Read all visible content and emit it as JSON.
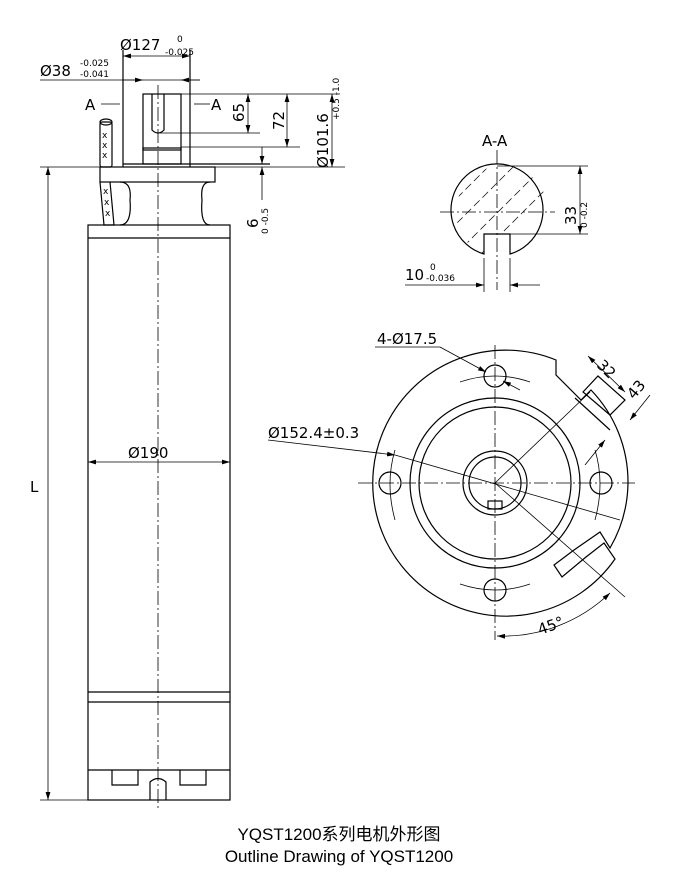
{
  "title": {
    "cn": "YQST1200系列电机外形图",
    "en": "Outline Drawing of YQST1200"
  },
  "side_view": {
    "dia_127": "Ø127",
    "dia_127_tol_up": "0",
    "dia_127_tol_low": "-0.025",
    "dia_38": "Ø38",
    "dia_38_tol_up": "-0.025",
    "dia_38_tol_low": "-0.041",
    "section_left": "A",
    "section_right": "A",
    "dim_65": "65",
    "dim_72": "72",
    "dia_101": "Ø101.6",
    "dia_101_tol": "+0.5 -1.0",
    "dim_6": "6",
    "dim_6_tol": "0 -0.5",
    "dia_190": "Ø190",
    "length": "L",
    "cable_marks": "xxx"
  },
  "section_view": {
    "label": "A-A",
    "dim_33": "33",
    "dim_33_tol": "0 -0.2",
    "dim_10": "10",
    "dim_10_tol_up": "0",
    "dim_10_tol_low": "-0.036"
  },
  "flange_view": {
    "holes": "4-Ø17.5",
    "bolt_circle": "Ø152.4±0.3",
    "dim_32": "32",
    "dim_43": "43",
    "angle": "45°"
  }
}
